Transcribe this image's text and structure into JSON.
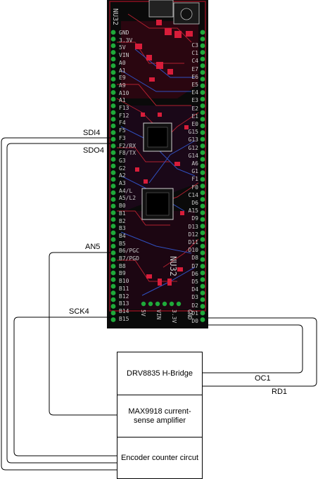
{
  "board": {
    "name": "NU32",
    "left_pins": [
      "GND",
      "3.3V",
      "5V",
      "VIN",
      "A0",
      "A1",
      "E9",
      "A9",
      "A10",
      "A1",
      "F13",
      "F12",
      "F4",
      "F5",
      "F3",
      "F2/RX",
      "F8/TX",
      "G3",
      "G2",
      "A2",
      "A3",
      "A4/L",
      "A5/L2",
      "B0",
      "B1",
      "B2",
      "B3",
      "B4",
      "B5",
      "B6/PGC",
      "B7/PGD",
      "B8",
      "B9",
      "B10",
      "B11",
      "B12",
      "B13",
      "B14",
      "B15"
    ],
    "right_pins": [
      "C3",
      "C1",
      "C4",
      "E7",
      "E6",
      "E5",
      "E4",
      "E3",
      "E2",
      "E1",
      "E0",
      "G15",
      "G13",
      "G12",
      "G14",
      "A6",
      "G1",
      "F1",
      "F0",
      "C14",
      "D6",
      "A15",
      "D9",
      "D13",
      "D12",
      "D11",
      "D10",
      "D8",
      "D7",
      "D6",
      "D5",
      "D4",
      "D3",
      "D2",
      "D1",
      "D0"
    ],
    "bottom_pins": [
      "5V",
      "VIN",
      "3.3V",
      "GND"
    ]
  },
  "signals": {
    "sdi4": "SDI4",
    "sdo4": "SDO4",
    "an5": "AN5",
    "sck4": "SCK4",
    "oc1": "OC1",
    "rd1": "RD1"
  },
  "blocks": {
    "hbridge": "DRV8835 H-Bridge",
    "amplifier": "MAX9918 current-sense amplifier",
    "encoder": "Encoder counter circut"
  }
}
